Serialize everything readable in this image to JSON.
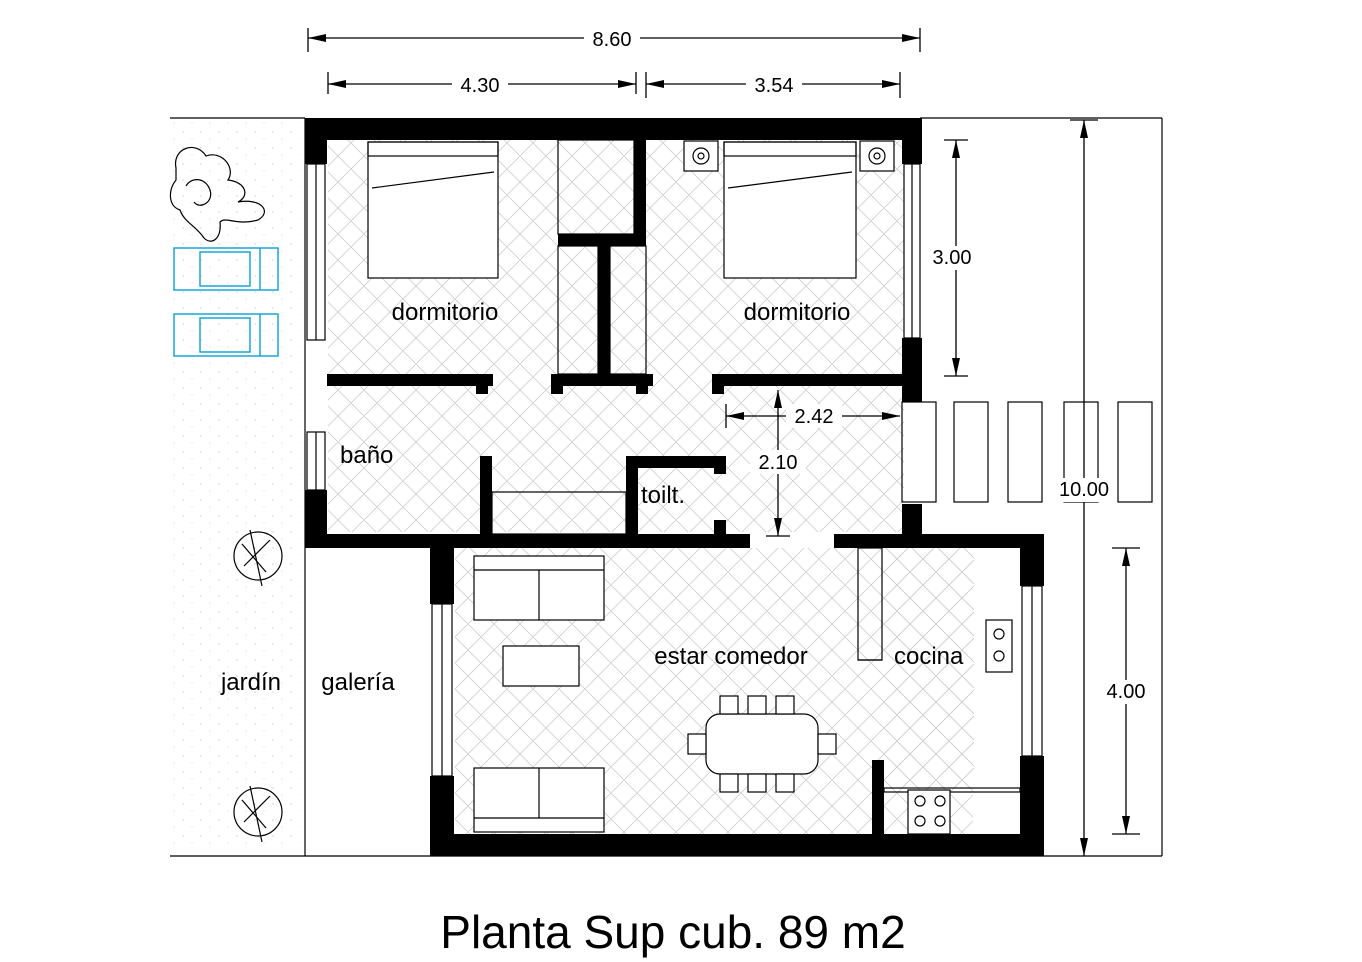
{
  "title": "Planta Sup cub. 89 m2",
  "rooms": {
    "dormitorio_left": "dormitorio",
    "dormitorio_right": "dormitorio",
    "bano": "baño",
    "toilet": "toilt.",
    "estar": "estar comedor",
    "cocina": "cocina",
    "jardin": "jardín",
    "galeria": "galería"
  },
  "dimensions": {
    "total_width": "8.60",
    "left_width": "4.30",
    "right_width": "3.54",
    "right_bedroom_height": "3.00",
    "total_height": "10.00",
    "lower_height": "4.00",
    "hall_width": "2.42",
    "hall_height": "2.10"
  },
  "colors": {
    "walls": "#000000",
    "floor_hatch": "#cfcfcf",
    "garden_furniture": "#19a7d6"
  }
}
